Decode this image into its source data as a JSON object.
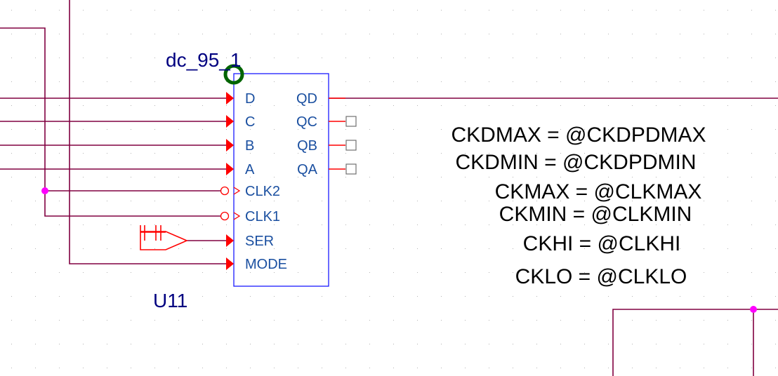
{
  "colors": {
    "wire": "#800040",
    "part_outline": "#1a1aff",
    "pin": "#ff0000",
    "pin_text": "#1a4fa0",
    "ref_text": "#000080",
    "junction": "#ff00ff",
    "origin_ring": "#006400",
    "param_text": "#000000",
    "grid_dot": "#b4b4b4"
  },
  "part": {
    "name": "dc_95_1",
    "refdes": "U11",
    "inputs": [
      "D",
      "C",
      "B",
      "A",
      "CLK2",
      "CLK1",
      "SER",
      "MODE"
    ],
    "outputs": [
      "QD",
      "QC",
      "QB",
      "QA"
    ]
  },
  "parameters": [
    "CKDMAX = @CKDPDMAX",
    "CKDMIN = @CKDPDMIN",
    "CKMAX = @CLKMAX",
    "CKMIN = @CLKMIN",
    "CKHI = @CLKHI",
    "CKLO = @CLKLO"
  ]
}
